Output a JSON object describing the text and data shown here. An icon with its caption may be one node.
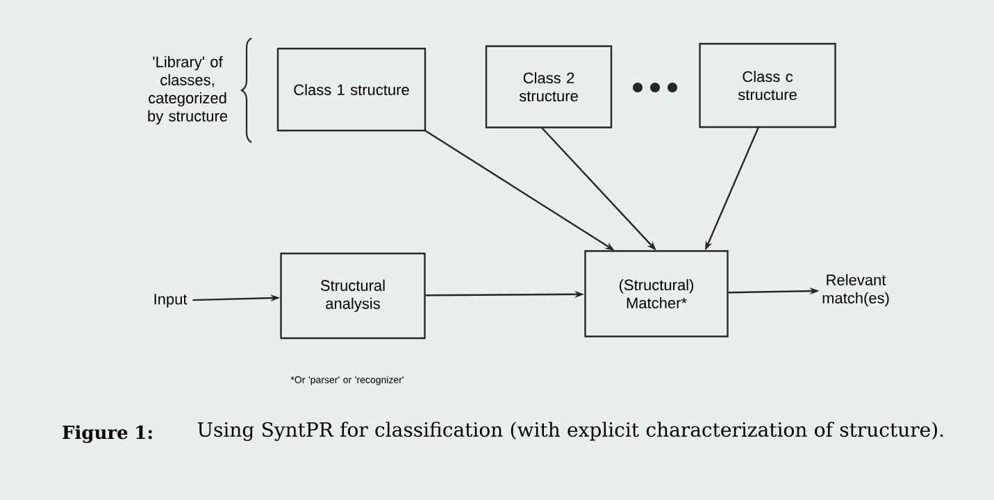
{
  "diagram": {
    "caption": "Using SyntPR for classification (with explicit characterization of structure).",
    "nodes": [
      {
        "text": [
          "Class 1 structure"
        ]
      },
      {
        "text": [
          "Class 2 structure"
        ]
      },
      {
        "text": [
          "Class c structure"
        ]
      },
      {
        "text": [
          "Input"
        ]
      },
      {
        "text": [
          "Structural analysis"
        ]
      },
      {
        "text": [
          "(Structural) Matcher*"
        ]
      },
      {
        "text": [
          "Relevant match(es)"
        ]
      }
    ],
    "edges": [
      {
        "from": 0,
        "to": 5,
        "arrow": "to"
      },
      {
        "from": 1,
        "to": 5,
        "arrow": "to"
      },
      {
        "from": 2,
        "to": 5,
        "arrow": "to"
      },
      {
        "from": 3,
        "to": 4,
        "arrow": "to"
      },
      {
        "from": 4,
        "to": 5,
        "arrow": "to"
      },
      {
        "from": 5,
        "to": 6,
        "arrow": "to"
      }
    ],
    "labels": [
      "'Library' of classes, categorized by structure",
      "*Or 'parser' or 'recognizer'",
      "Figure 1:"
    ]
  }
}
